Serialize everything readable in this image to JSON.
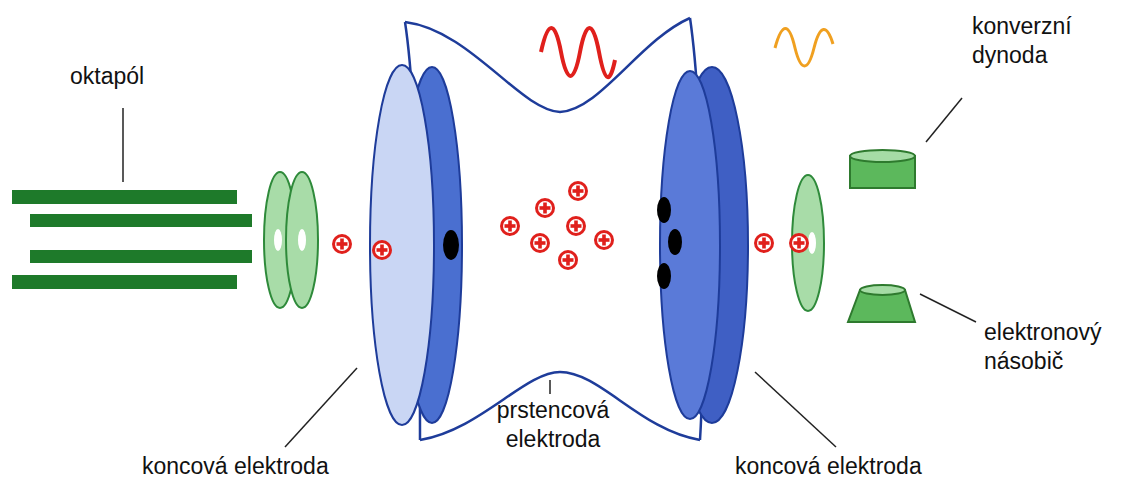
{
  "diagram": {
    "labels": [
      "oktapól",
      "konverzní dynoda",
      "elektronový násobič",
      "prstencová elektroda",
      "koncová elektroda",
      "koncová elektroda"
    ]
  }
}
